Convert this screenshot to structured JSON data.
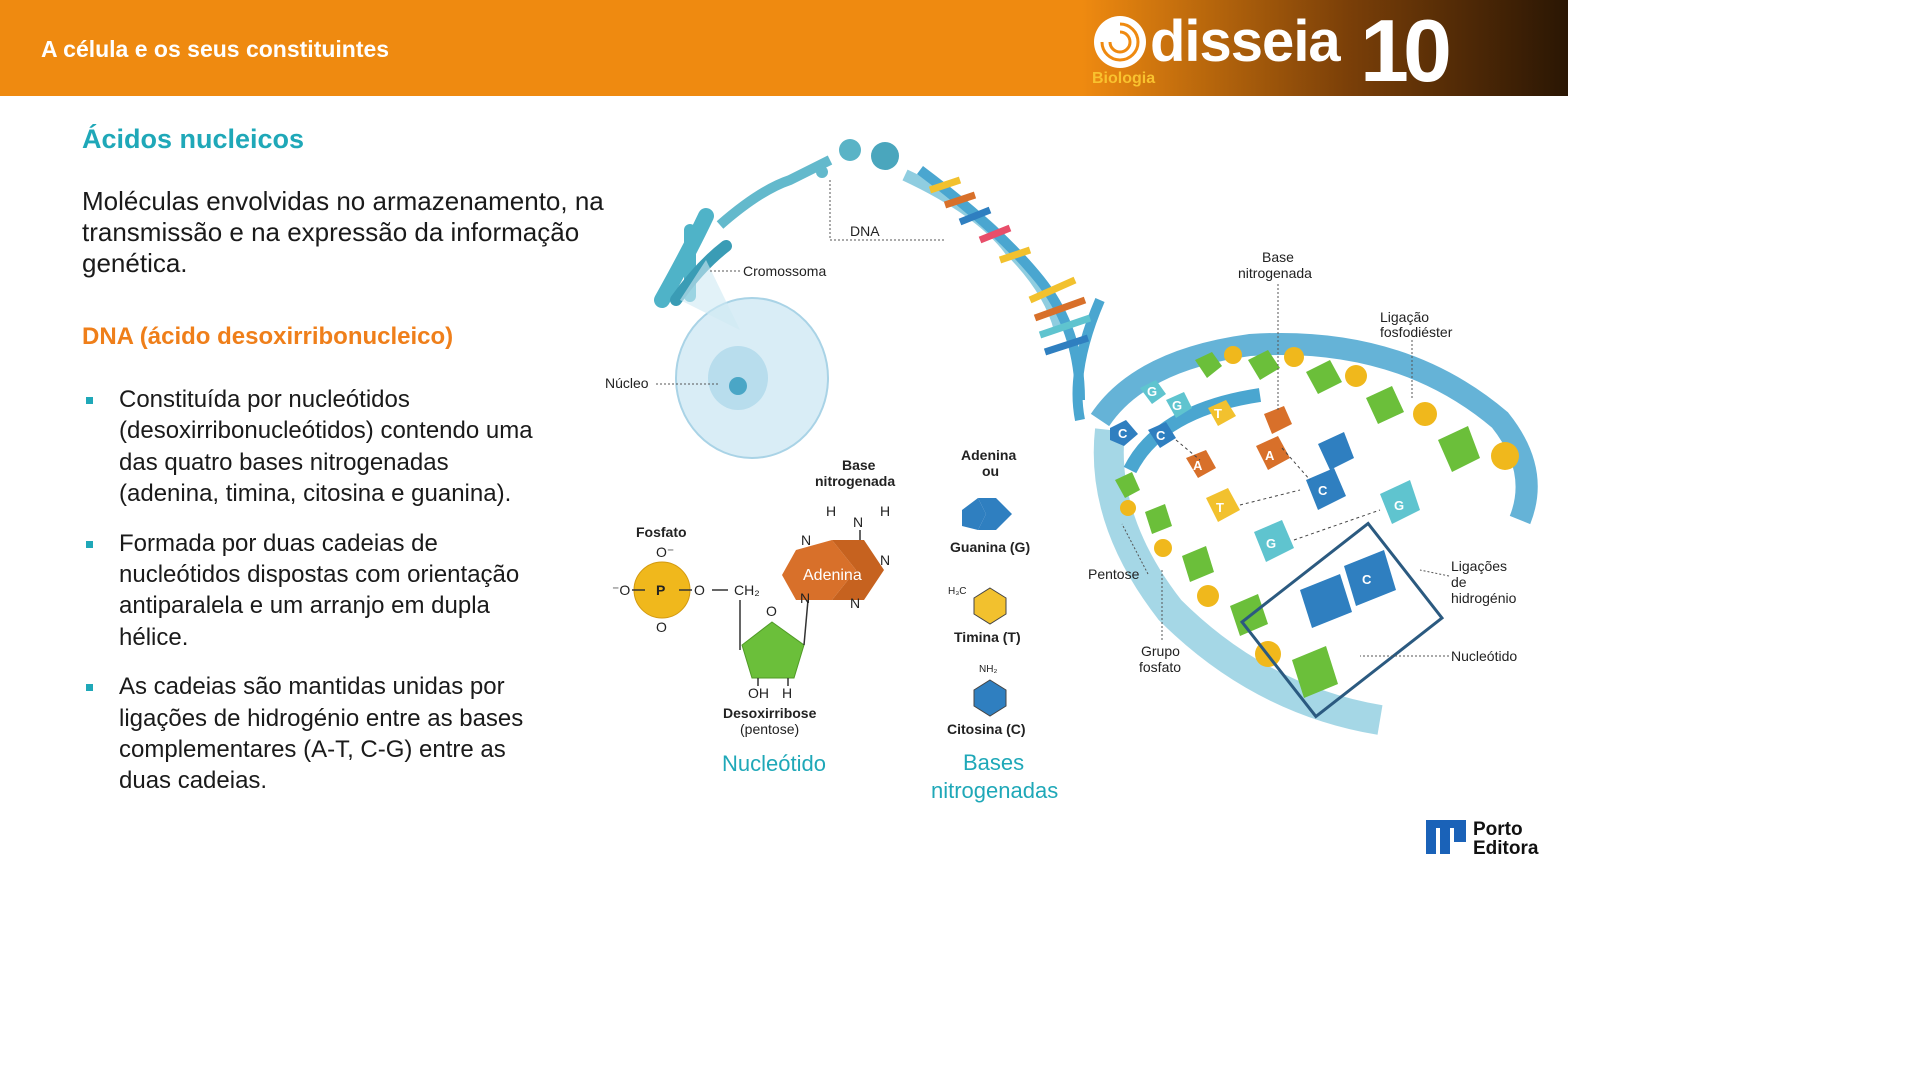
{
  "header": {
    "title": "A célula e os seus constituintes",
    "brand": "disseia",
    "brand_subject": "Biologia",
    "brand_number": "10"
  },
  "section_title": "Ácidos nucleicos",
  "intro": "Moléculas envolvidas no armazenamento, na transmissão e na expressão da informação genética.",
  "subsection": "DNA (ácido desoxirribonucleico)",
  "bullets": [
    "Constituída por nucleótidos (desoxirribonucleótidos) contendo uma das quatro bases nitrogenadas (adenina, timina, citosina e guanina).",
    "Formada por duas cadeias de nucleótidos dispostas com orientação antiparalela e um arranjo em dupla hélice.",
    "As cadeias são mantidas unidas por ligações de hidrogénio entre as bases complementares (A-T, C-G) entre as duas cadeias."
  ],
  "figure": {
    "labels": {
      "dna": "DNA",
      "cromossoma": "Cromossoma",
      "nucleo": "Núcleo",
      "base_nitrogenada_top_1": "Base",
      "base_nitrogenada_top_2": "nitrogenada",
      "ligacao_fosfo_1": "Ligação",
      "ligacao_fosfo_2": "fosfodiéster",
      "pentose": "Pentose",
      "grupo_fosfato_1": "Grupo",
      "grupo_fosfato_2": "fosfato",
      "ligacoes_hidrogenio_1": "Ligações",
      "ligacoes_hidrogenio_2": "de",
      "ligacoes_hidrogenio_3": "hidrogénio",
      "nucleotido": "Nucleótido"
    },
    "nucleotide_diagram": {
      "fosfato": "Fosfato",
      "base_1": "Base",
      "base_2": "nitrogenada",
      "adenina": "Adenina",
      "desoxirribose": "Desoxirribose",
      "pentose": "(pentose)",
      "caption": "Nucleótido",
      "phosphorus": "P",
      "ch2": "CH₂",
      "oh": "OH",
      "h": "H"
    },
    "bases_diagram": {
      "adenina_ou_1": "Adenina",
      "adenina_ou_2": "ou",
      "guanina": "Guanina (G)",
      "timina": "Timina (T)",
      "citosina": "Citosina (C)",
      "caption_1": "Bases",
      "caption_2": "nitrogenadas"
    }
  },
  "publisher": {
    "line1": "Porto",
    "line2": "Editora"
  },
  "colors": {
    "header": "#ef8a10",
    "teal": "#1fa8b8",
    "orange": "#ef7f1a",
    "base_orange": "#d8702a",
    "base_blue": "#2f7fc0",
    "base_teal": "#5fc4cf",
    "base_yellow": "#f2c12e",
    "green": "#6bbf3a",
    "phosphate": "#f0b81c"
  }
}
